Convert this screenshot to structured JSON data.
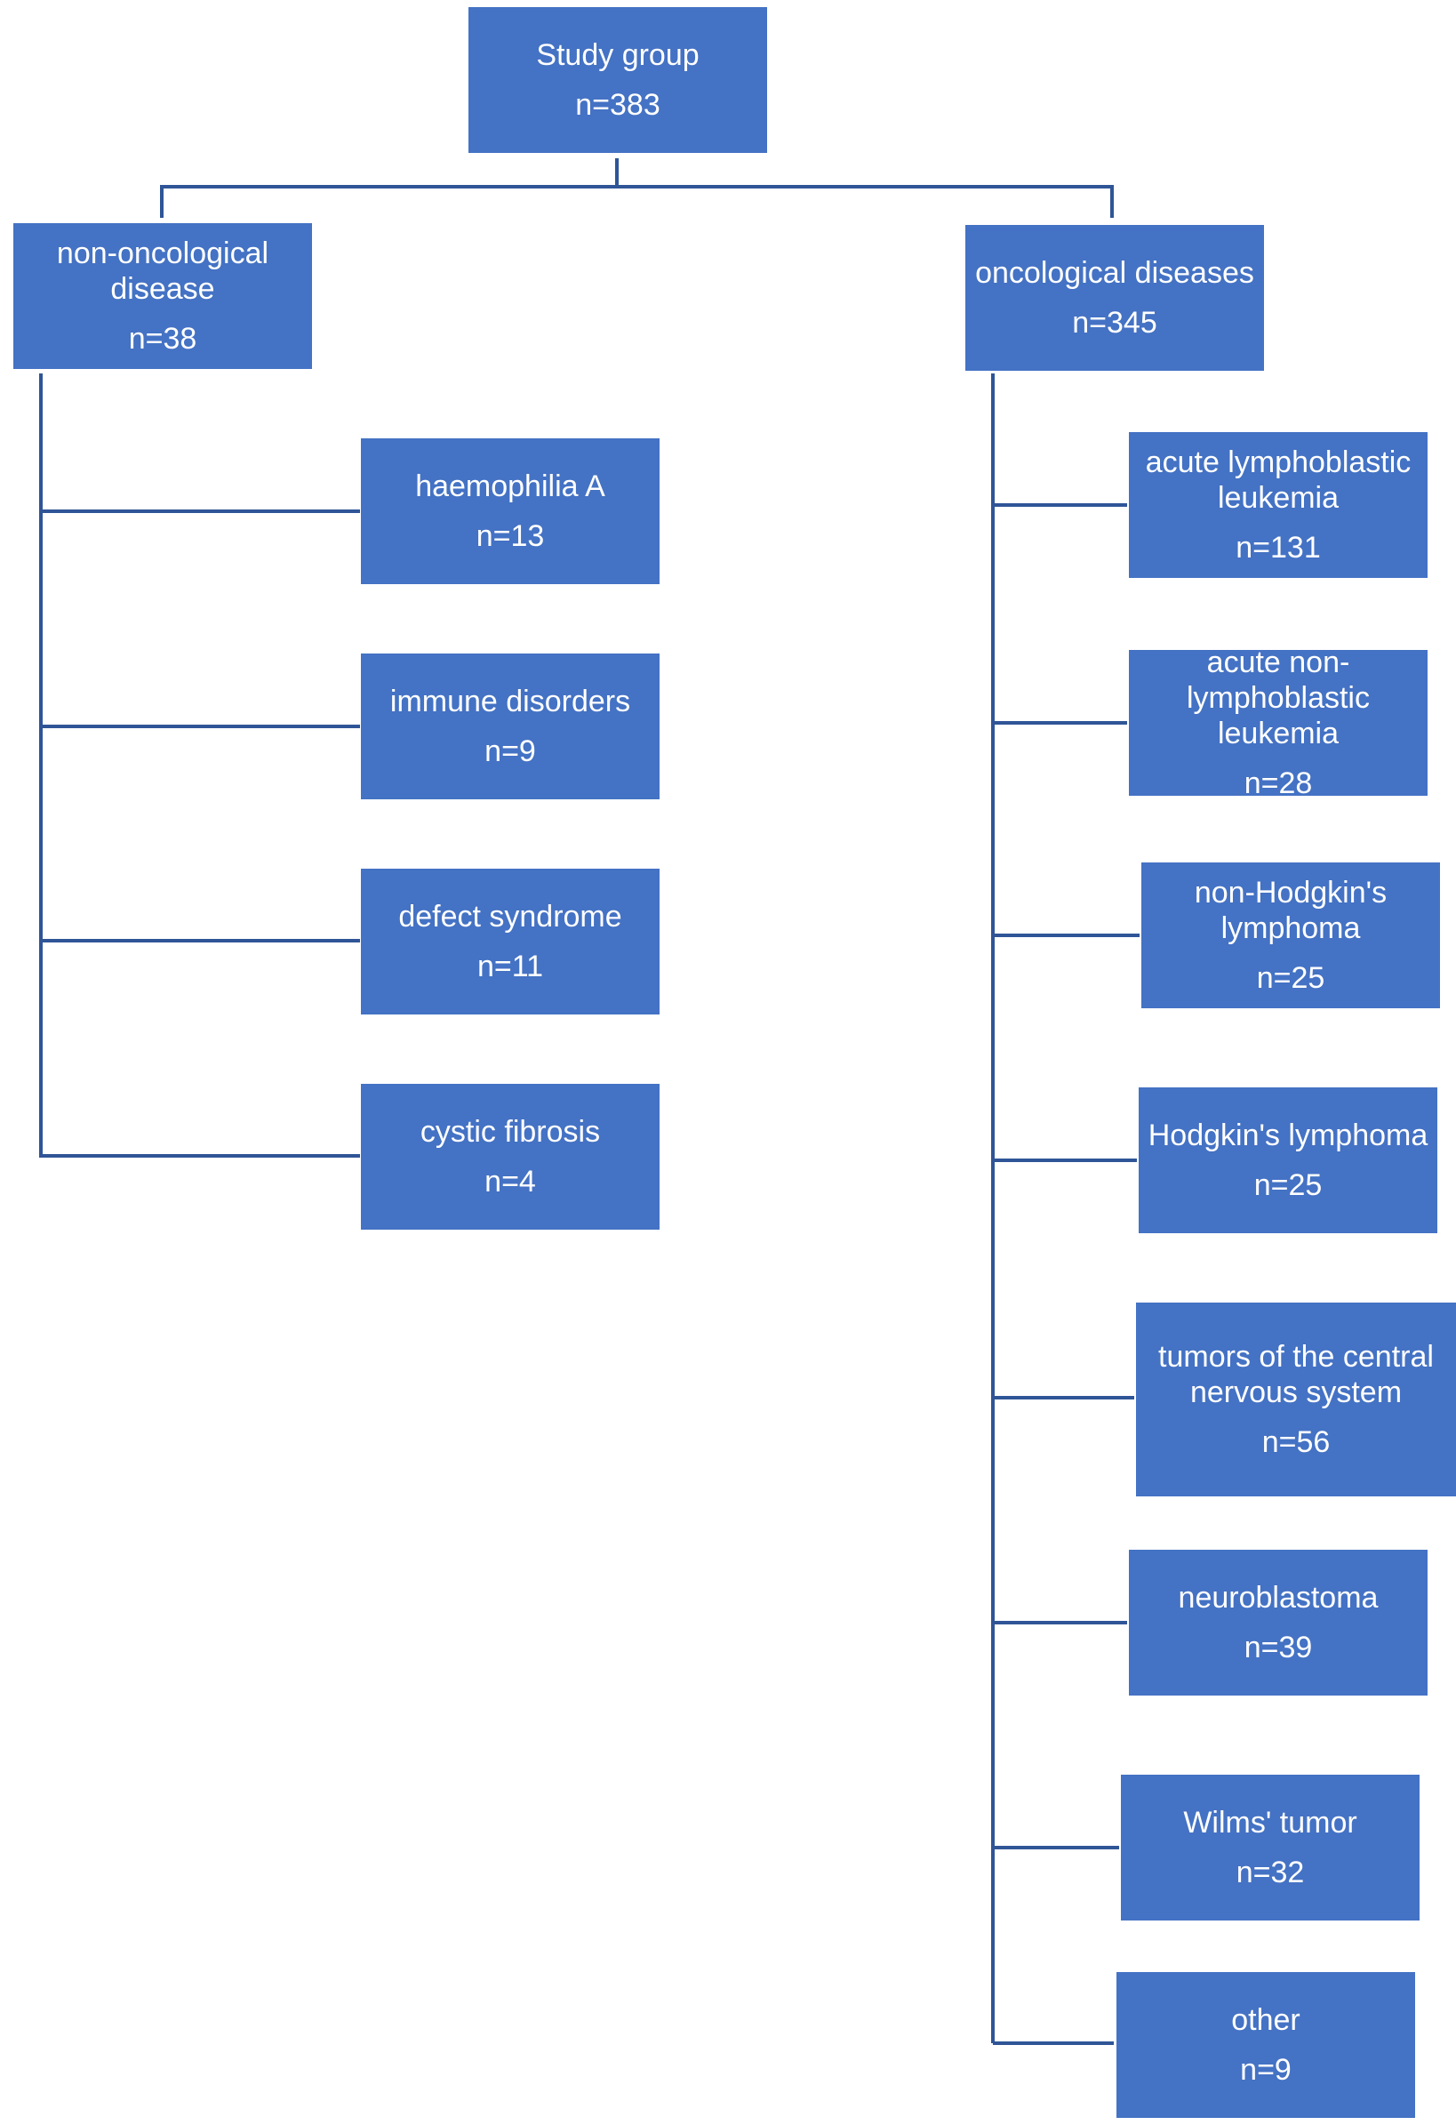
{
  "root": {
    "label": "Study group",
    "count": "n=383"
  },
  "branches": [
    {
      "label": "non-oncological disease",
      "count": "n=38",
      "children": [
        {
          "label": "haemophilia A",
          "count": "n=13"
        },
        {
          "label": "immune disorders",
          "count": "n=9"
        },
        {
          "label": "defect syndrome",
          "count": "n=11"
        },
        {
          "label": "cystic fibrosis",
          "count": "n=4"
        }
      ]
    },
    {
      "label": "oncological diseases",
      "count": "n=345",
      "children": [
        {
          "label": "acute lymphoblastic leukemia",
          "count": "n=131"
        },
        {
          "label": "acute non-lymphoblastic leukemia",
          "count": "n=28"
        },
        {
          "label": "non-Hodgkin's lymphoma",
          "count": "n=25"
        },
        {
          "label": "Hodgkin's lymphoma",
          "count": "n=25"
        },
        {
          "label": "tumors of the central nervous system",
          "count": "n=56"
        },
        {
          "label": "neuroblastoma",
          "count": "n=39"
        },
        {
          "label": "Wilms' tumor",
          "count": "n=32"
        },
        {
          "label": "other",
          "count": "n=9"
        }
      ]
    }
  ],
  "colors": {
    "box": "#4472C4",
    "connector": "#2F5597",
    "text": "#ffffff"
  }
}
